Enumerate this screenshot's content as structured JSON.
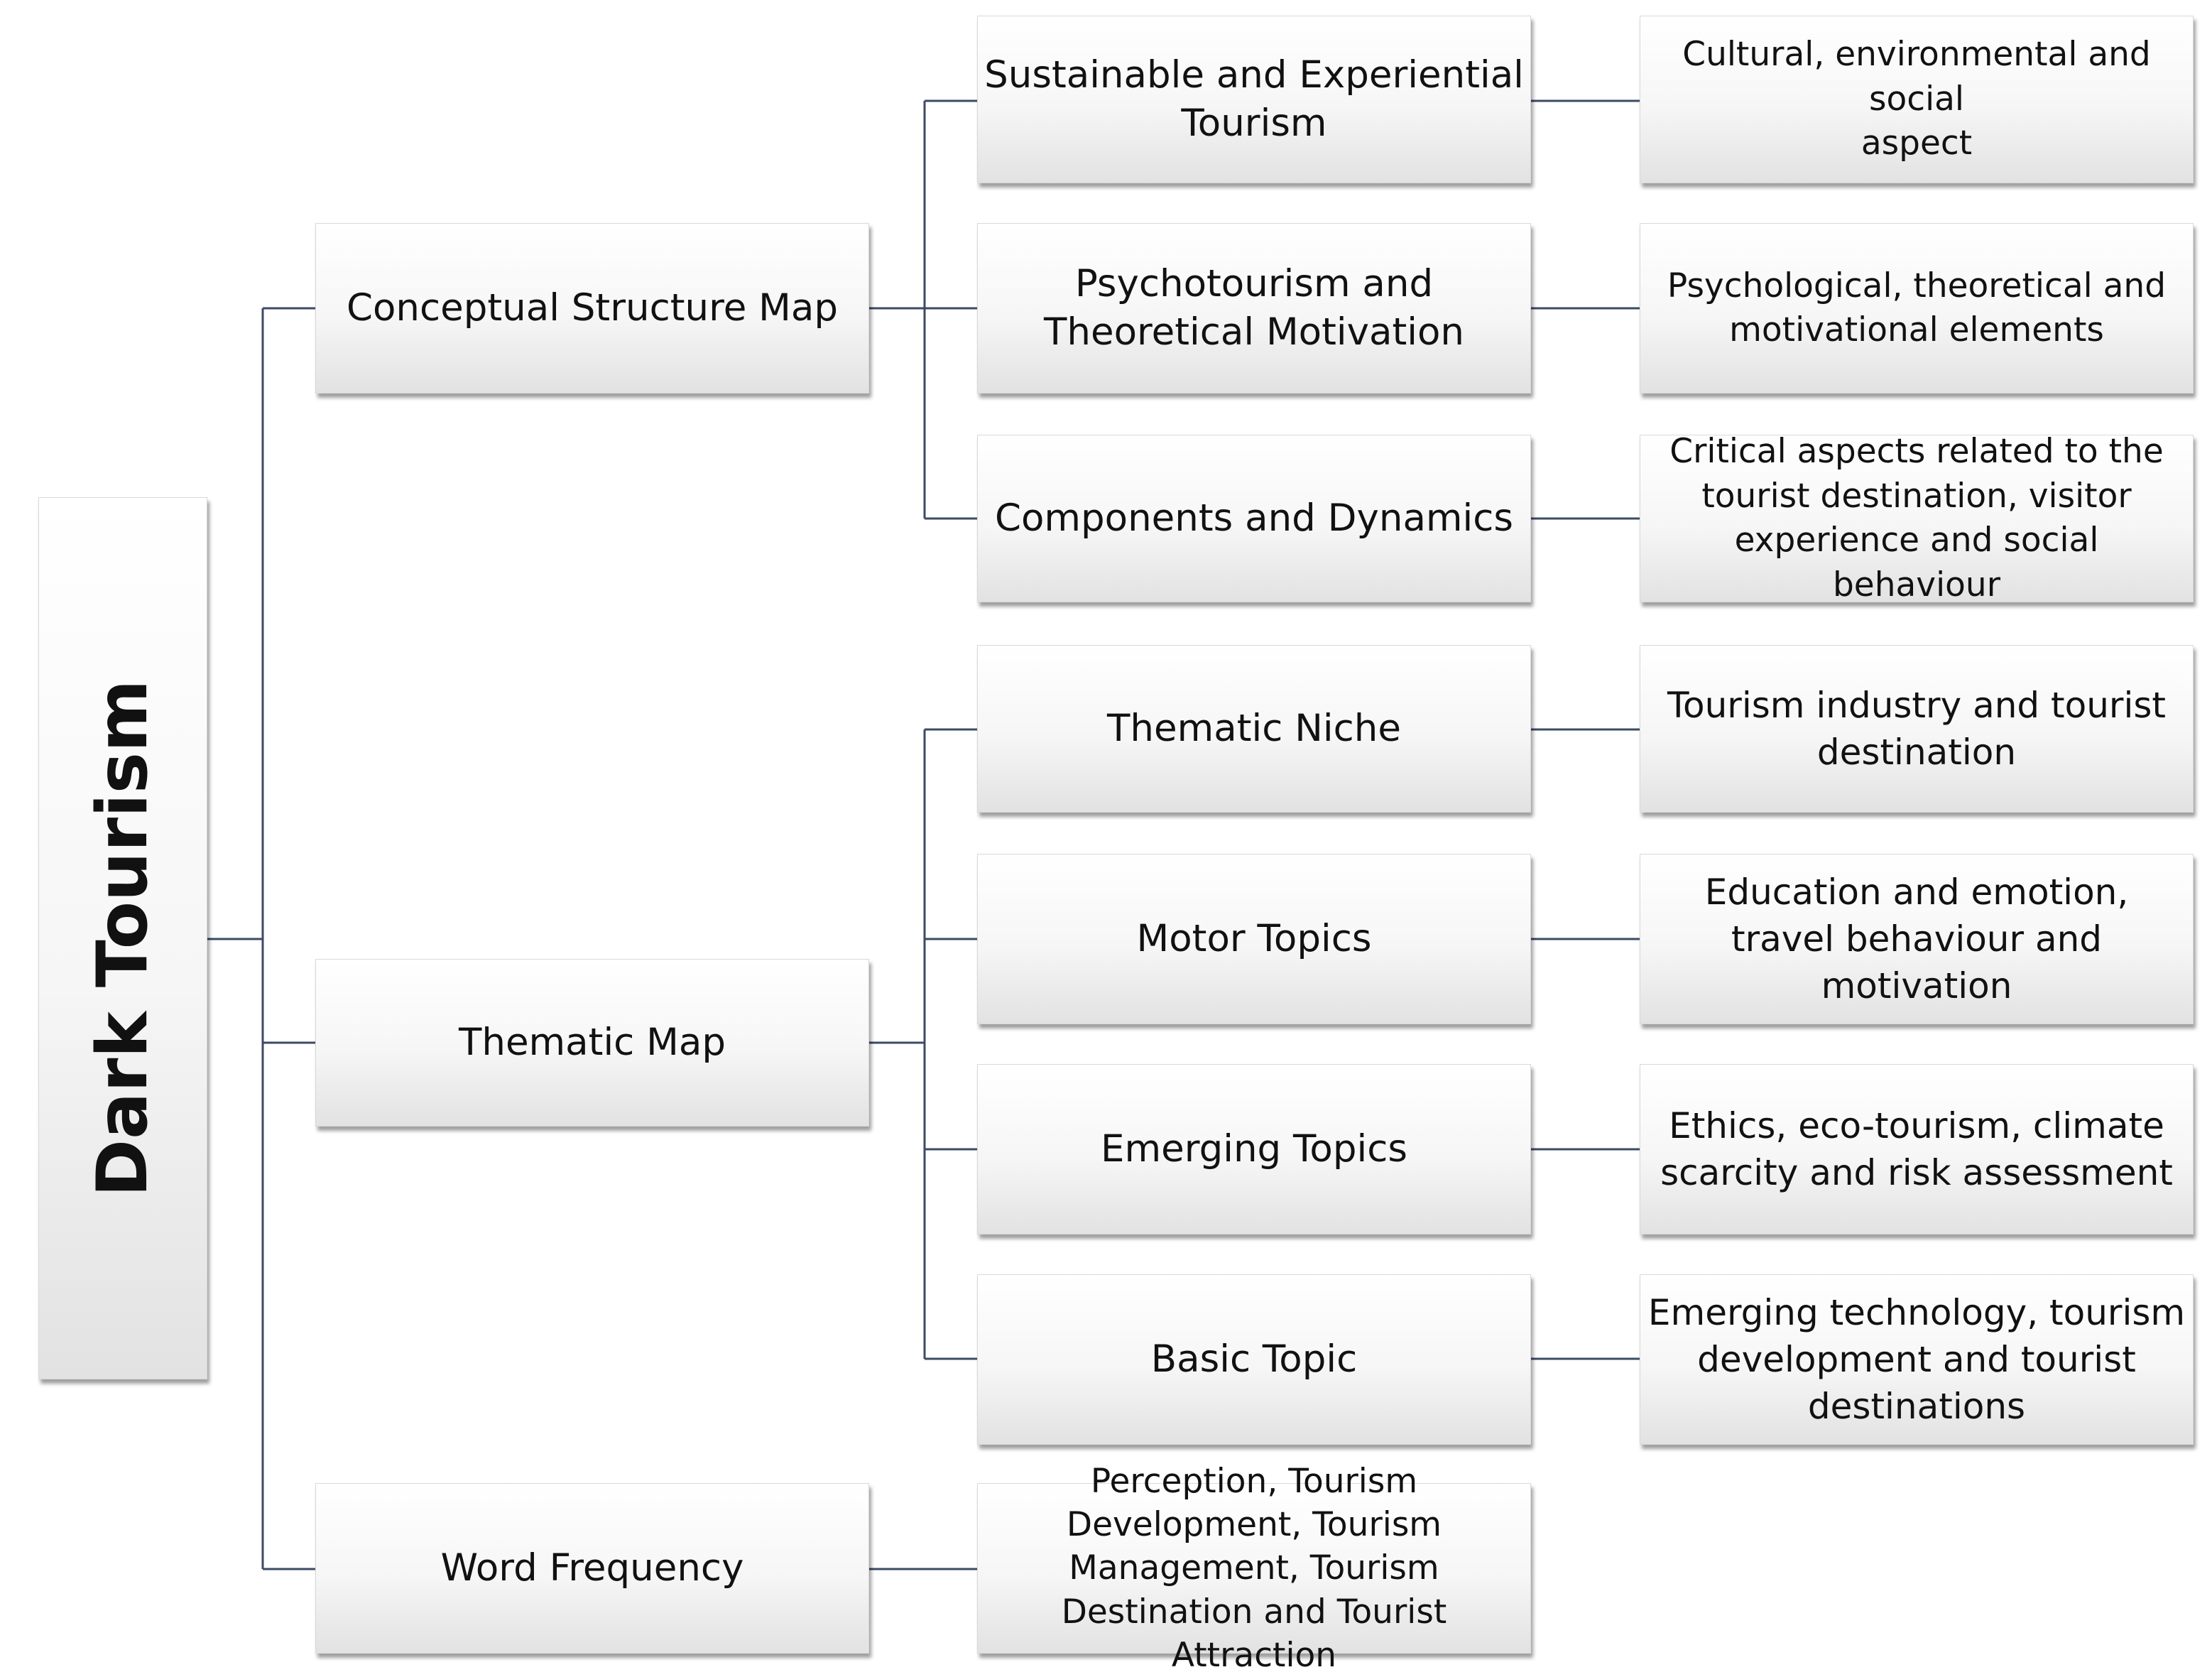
{
  "root": {
    "label": "Dark Tourism"
  },
  "branches": [
    {
      "label": "Conceptual Structure Map",
      "children": [
        {
          "label": "Sustainable and Experiential\nTourism",
          "detail": "Cultural, environmental and social\naspect"
        },
        {
          "label": "Psychotourism and\nTheoretical Motivation",
          "detail": "Psychological, theoretical and\nmotivational elements"
        },
        {
          "label": "Components and Dynamics",
          "detail": "Critical aspects related to the\ntourist destination, visitor\nexperience and social behaviour"
        }
      ]
    },
    {
      "label": "Thematic Map",
      "children": [
        {
          "label": "Thematic Niche",
          "detail": "Tourism industry and tourist\ndestination"
        },
        {
          "label": "Motor Topics",
          "detail": "Education and emotion,\ntravel behaviour and\nmotivation"
        },
        {
          "label": "Emerging Topics",
          "detail": "Ethics, eco-tourism, climate\nscarcity and risk assessment"
        },
        {
          "label": "Basic Topic",
          "detail": "Emerging technology, tourism\ndevelopment and tourist\ndestinations"
        }
      ]
    },
    {
      "label": "Word Frequency",
      "children": [
        {
          "label": "Perception, Tourism\nDevelopment, Tourism\nManagement, Tourism\nDestination and Tourist Attraction"
        }
      ]
    }
  ]
}
